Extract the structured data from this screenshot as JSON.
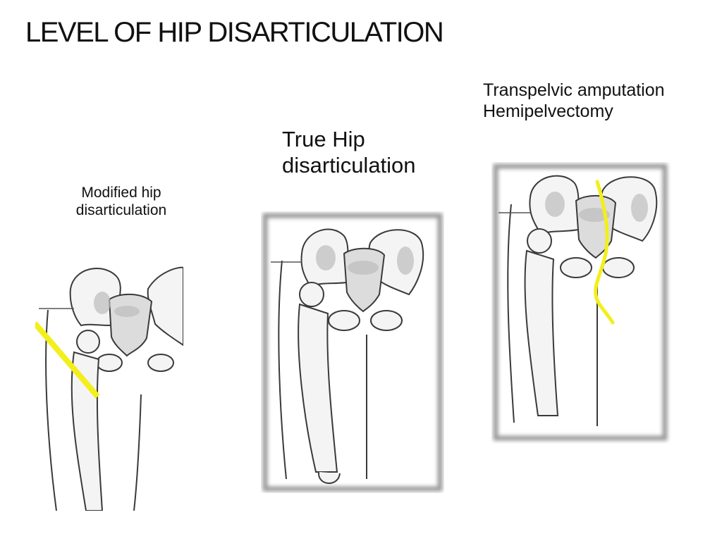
{
  "slide": {
    "title": "LEVEL OF HIP DISARTICULATION"
  },
  "figures": [
    {
      "caption_lines": [
        "Modified hip",
        "disarticulation"
      ]
    },
    {
      "caption_lines": [
        "True Hip",
        "disarticulation"
      ]
    },
    {
      "caption_lines": [
        "Transpelvic amputation",
        "Hemipelvectomy"
      ]
    }
  ],
  "colors": {
    "cut_line": "#f2ef1a",
    "bone_outline": "#3a3a3a",
    "bone_shade": "#bdbdbd",
    "frame_shadow": "#9a9a9a"
  }
}
